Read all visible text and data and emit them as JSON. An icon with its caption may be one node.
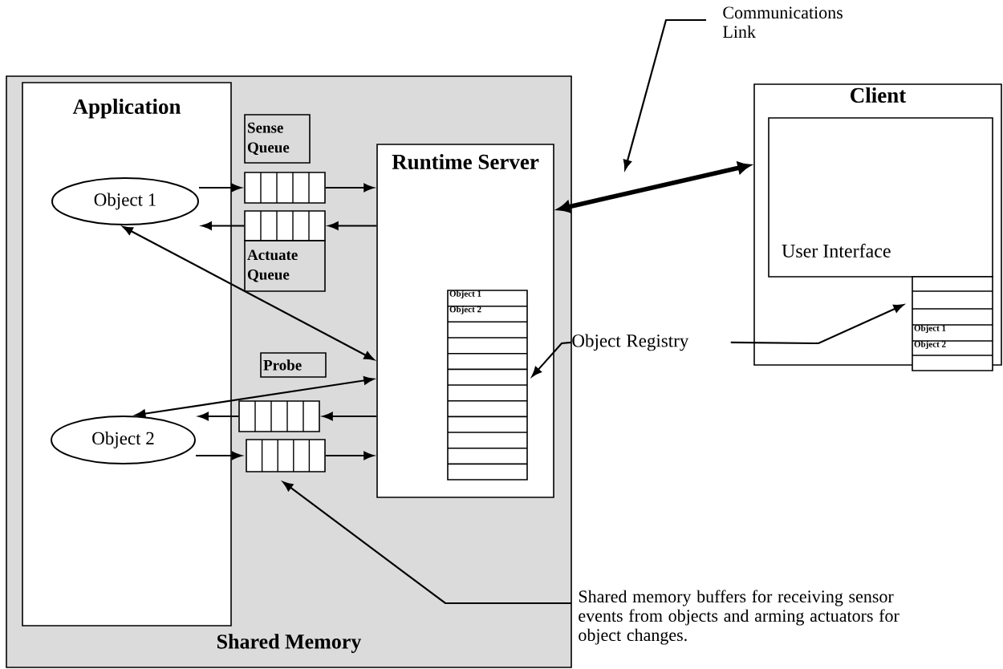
{
  "diagram": {
    "nodes": [
      {
        "text": [
          "Shared Memory"
        ]
      },
      {
        "text": [
          "Application"
        ],
        "in": 0
      },
      {
        "text": [
          "Object 1"
        ],
        "in": 1
      },
      {
        "text": [
          "Object 2"
        ],
        "in": 1
      },
      {
        "text": [
          "Sense Queue"
        ],
        "in": 0
      },
      {
        "text": [],
        "shape": "box",
        "in": 0
      },
      {
        "text": [],
        "shape": "box",
        "in": 0
      },
      {
        "text": [
          "Actuate Queue"
        ],
        "in": 0
      },
      {
        "text": [
          "Probe"
        ],
        "in": 0
      },
      {
        "text": [
          "Runtime Server"
        ],
        "in": 0
      },
      {
        "text": [],
        "shape": "box",
        "in": 0
      },
      {
        "text": [],
        "shape": "box",
        "in": 0
      },
      {
        "text": [
          "Object 1",
          "Object 2"
        ],
        "in": 9
      },
      {
        "text": [
          "Client"
        ]
      },
      {
        "text": [
          "User Interface"
        ],
        "in": 13
      },
      {
        "text": [
          "Object 1",
          "Object 2"
        ],
        "in": 13
      },
      {
        "text": [
          "Communications Link"
        ]
      },
      {
        "text": [
          "Object Registry"
        ]
      },
      {
        "text": [
          "Shared memory buffers for receiving sensor events from objects and arming actuators for object changes."
        ]
      }
    ],
    "edges": [
      {
        "from": 2,
        "to": 5,
        "arrow": "to"
      },
      {
        "from": 5,
        "to": 9,
        "arrow": "to"
      },
      {
        "from": 9,
        "to": 6,
        "arrow": "to"
      },
      {
        "from": 6,
        "to": 2,
        "arrow": "to"
      },
      {
        "from": 2,
        "to": 9,
        "arrow": "both"
      },
      {
        "from": 9,
        "to": 3,
        "arrow": "both"
      },
      {
        "from": 9,
        "to": 10,
        "arrow": "to"
      },
      {
        "from": 10,
        "to": 3,
        "arrow": "to"
      },
      {
        "from": 3,
        "to": 11,
        "arrow": "to"
      },
      {
        "from": 11,
        "to": 9,
        "arrow": "to"
      },
      {
        "from": 9,
        "to": 13,
        "arrow": "both",
        "style": "thick"
      },
      {
        "from": 16,
        "to": null,
        "arrow": "to"
      },
      {
        "from": 17,
        "to": 12,
        "arrow": "to"
      },
      {
        "from": 17,
        "to": 15,
        "arrow": "to"
      },
      {
        "from": 18,
        "to": 11,
        "arrow": "to"
      }
    ]
  }
}
